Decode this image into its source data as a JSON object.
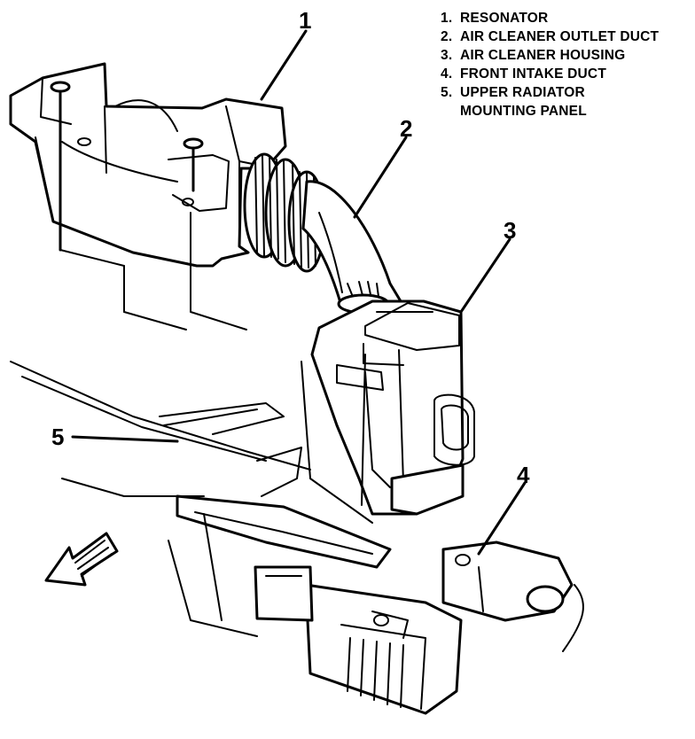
{
  "legend": {
    "items": [
      {
        "num": "1.",
        "text": "RESONATOR"
      },
      {
        "num": "2.",
        "text": "AIR CLEANER OUTLET DUCT"
      },
      {
        "num": "3.",
        "text": "AIR CLEANER HOUSING"
      },
      {
        "num": "4.",
        "text": "FRONT INTAKE DUCT"
      },
      {
        "num": "5.",
        "text": "UPPER RADIATOR\nMOUNTING PANEL"
      }
    ]
  },
  "callouts": {
    "c1": "1",
    "c2": "2",
    "c3": "3",
    "c4": "4",
    "c5": "5"
  },
  "icons": {
    "direction_arrow": "front-direction-arrow-icon"
  }
}
